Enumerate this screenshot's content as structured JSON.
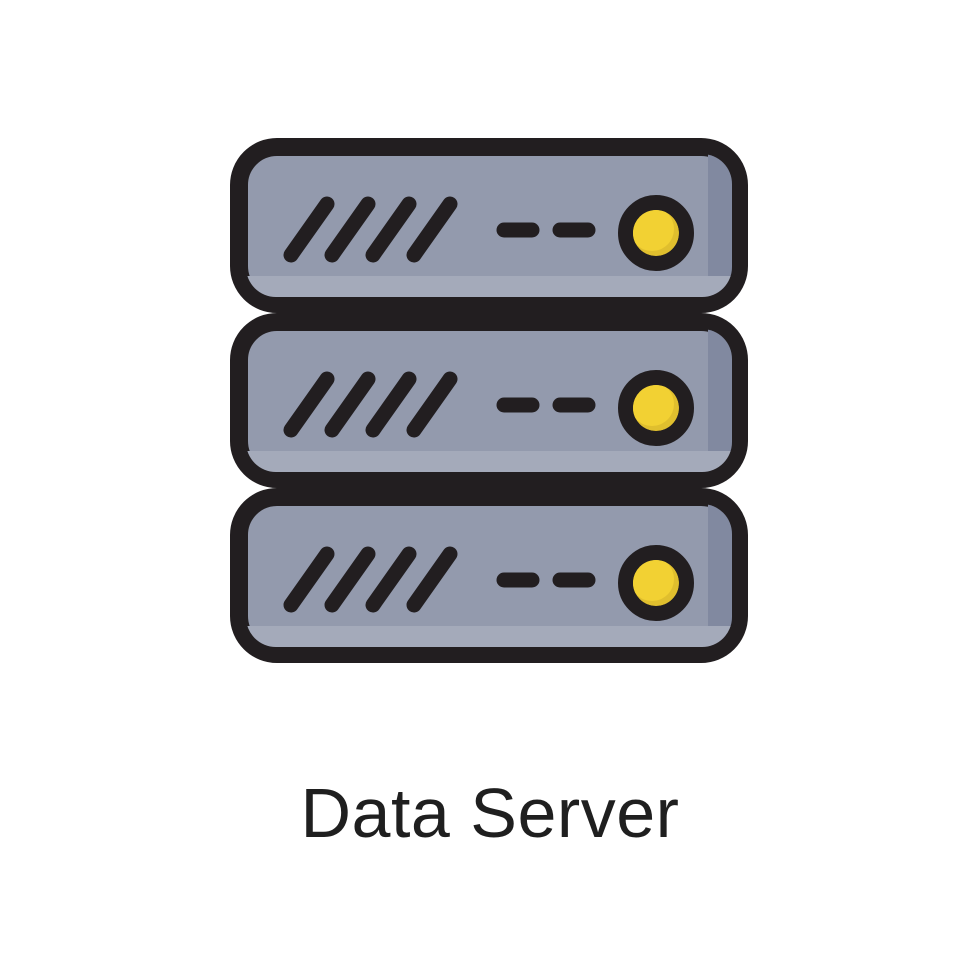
{
  "caption": {
    "text": "Data Server",
    "color": "#1f1f1f"
  },
  "icon": {
    "name": "data-server-icon",
    "unit_count": 3,
    "unit_spacing": 175,
    "colors": {
      "body": "#939aad",
      "body_light": "#a4aaba",
      "body_dark": "#8189a0",
      "outline": "#221e20",
      "indicator": "#f2d133",
      "indicator_shade": "#e0bf2e"
    }
  },
  "page": {
    "background": "#ffffff"
  }
}
